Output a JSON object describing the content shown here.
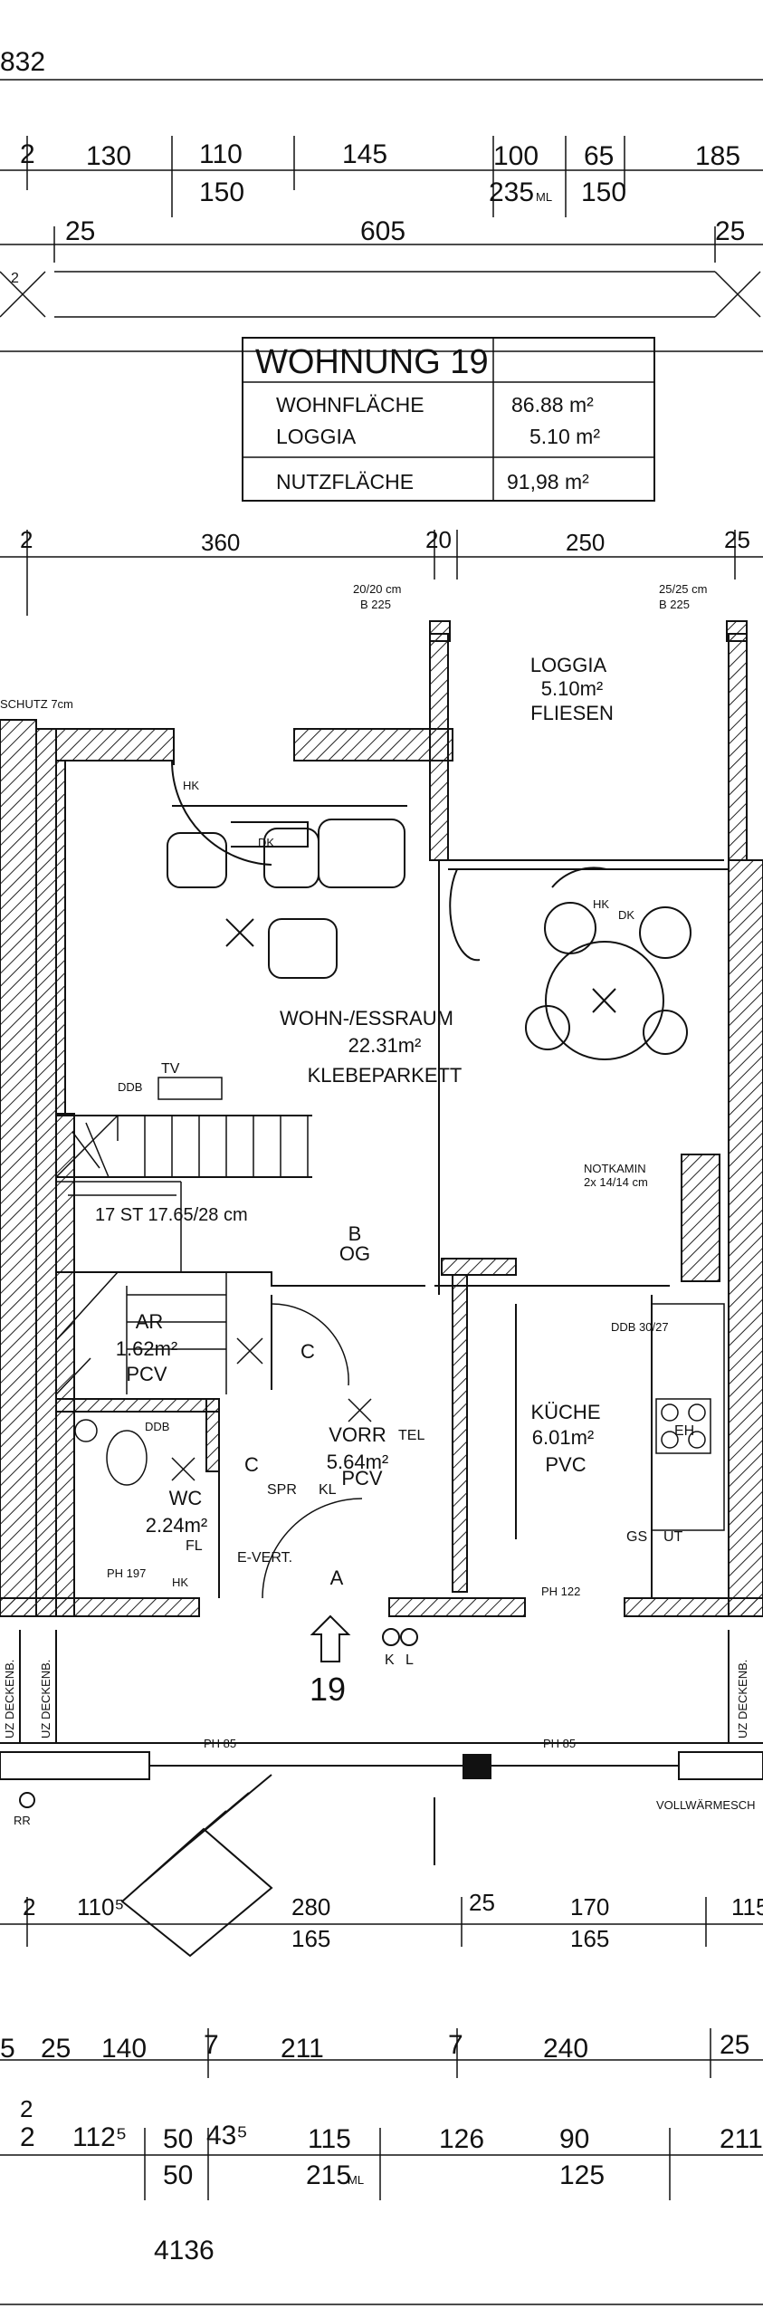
{
  "page": {
    "corner_ref": "832"
  },
  "top_dims": {
    "row1": [
      "2",
      "130",
      "110",
      "145",
      "100",
      "65",
      "185"
    ],
    "row2": [
      "150",
      "235",
      "ML",
      "150"
    ],
    "row3": [
      "25",
      "605",
      "25"
    ]
  },
  "info_box": {
    "title": "WOHNUNG 19",
    "wohnflaeche_label": "WOHNFLÄCHE",
    "wohnflaeche_value": "86.88 m²",
    "loggia_label": "LOGGIA",
    "loggia_value": "5.10 m²",
    "nutzflaeche_label": "NUTZFLÄCHE",
    "nutzflaeche_value": "91,98 m²"
  },
  "mid_dims": [
    "2",
    "360",
    "20",
    "250",
    "25"
  ],
  "columns": {
    "left": [
      "20/20 cm",
      "B 225"
    ],
    "right": [
      "25/25 cm",
      "B 225"
    ]
  },
  "schutz_label": "SCHUTZ 7cm",
  "rooms": {
    "loggia": [
      "LOGGIA",
      "5.10m²",
      "FLIESEN"
    ],
    "wohn": [
      "WOHN-/ESSRAUM",
      "22.31m²",
      "KLEBEPARKETT"
    ],
    "stair": "17 ST 17.65/28 cm",
    "ar": [
      "AR",
      "1.62m²",
      "PCV"
    ],
    "wc": [
      "WC",
      "2.24m²"
    ],
    "vorr": [
      "VORR",
      "5.64m²",
      "PCV"
    ],
    "kueche": [
      "KÜCHE",
      "6.01m²",
      "PVC"
    ]
  },
  "labels": {
    "hk": "HK",
    "dk": "DK",
    "tv": "TV",
    "ddb": "DDB",
    "notkamin": [
      "NOTKAMIN",
      "2x 14/14 cm"
    ],
    "ddb_30": "DDB 30/27",
    "b_og": [
      "B",
      "OG"
    ],
    "c": "C",
    "a": "A",
    "tel": "TEL",
    "spr": "SPR",
    "kl": "KL",
    "fl": "FL",
    "e_vert": "E-VERT.",
    "ph197": "PH 197",
    "ph122": "PH 122",
    "ph85a": "PH 85",
    "ph85b": "PH 85",
    "gs": "GS",
    "ut": "UT",
    "eh": "EH",
    "k": "K",
    "l": "L",
    "apt_number": "19",
    "uz_decken": "UZ DECKENB.",
    "vollwaermeschutz": "VOLLWÄRMESCH",
    "rr": "RR"
  },
  "lower_dims": {
    "row1": [
      "2",
      "110⁵",
      "280",
      "25",
      "170",
      "115"
    ],
    "row1b": [
      "165",
      "165"
    ],
    "row2": [
      "5",
      "25",
      "140",
      "7",
      "211",
      "7",
      "240",
      "25"
    ],
    "row3": [
      "2",
      "2",
      "112⁵",
      "50",
      "43⁵",
      "115",
      "126",
      "90",
      "211"
    ],
    "row3b": [
      "50",
      "215",
      "ML",
      "125"
    ],
    "total": "4136"
  }
}
